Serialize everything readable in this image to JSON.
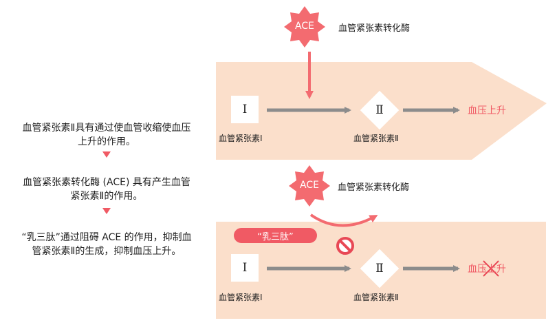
{
  "left_steps": [
    "血管紧张素Ⅱ具有通过使血管收缩使血压上升的作用。",
    "血管紧张素转化酶 (ACE) 具有产生血管紧张素Ⅱ的作用。",
    "“乳三肽”通过阻碍 ACE 的作用，抑制血管紧张素Ⅱ的生成，抑制血压上升。"
  ],
  "left_steps_lines": [
    [
      "血管紧张素Ⅱ具有通过使血管收缩使血压",
      "上升的作用。"
    ],
    [
      "血管紧张素转化酶 (ACE) 具有产生血管",
      "紧张素Ⅱ的作用。"
    ],
    [
      "“乳三肽”通过阻碍 ACE 的作用，抑制血",
      "管紧张素Ⅱ的生成，抑制血压上升。"
    ]
  ],
  "diagram1": {
    "enzyme_badge": "ACE",
    "enzyme_label": "血管紧张素转化酶",
    "box1_symbol": "Ⅰ",
    "box1_label": "血管紧张素Ⅰ",
    "box2_symbol": "Ⅱ",
    "box2_label": "血管紧张素Ⅱ",
    "result": "血压上升"
  },
  "diagram2": {
    "enzyme_badge": "ACE",
    "enzyme_label": "血管紧张素转化酶",
    "inhibitor_label": "“乳三肽”",
    "box1_symbol": "Ⅰ",
    "box1_label": "血管紧张素Ⅰ",
    "box2_symbol": "Ⅱ",
    "box2_label": "血管紧张素Ⅱ",
    "result": "血压上升"
  },
  "colors": {
    "panel": "#fbdfcb",
    "accent": "#f05a64",
    "arrow_gray": "#8c8c8c",
    "badge": "#f36b70"
  },
  "icons": [
    "ace-star-badge",
    "no-entry-icon",
    "cross-mark-icon"
  ]
}
